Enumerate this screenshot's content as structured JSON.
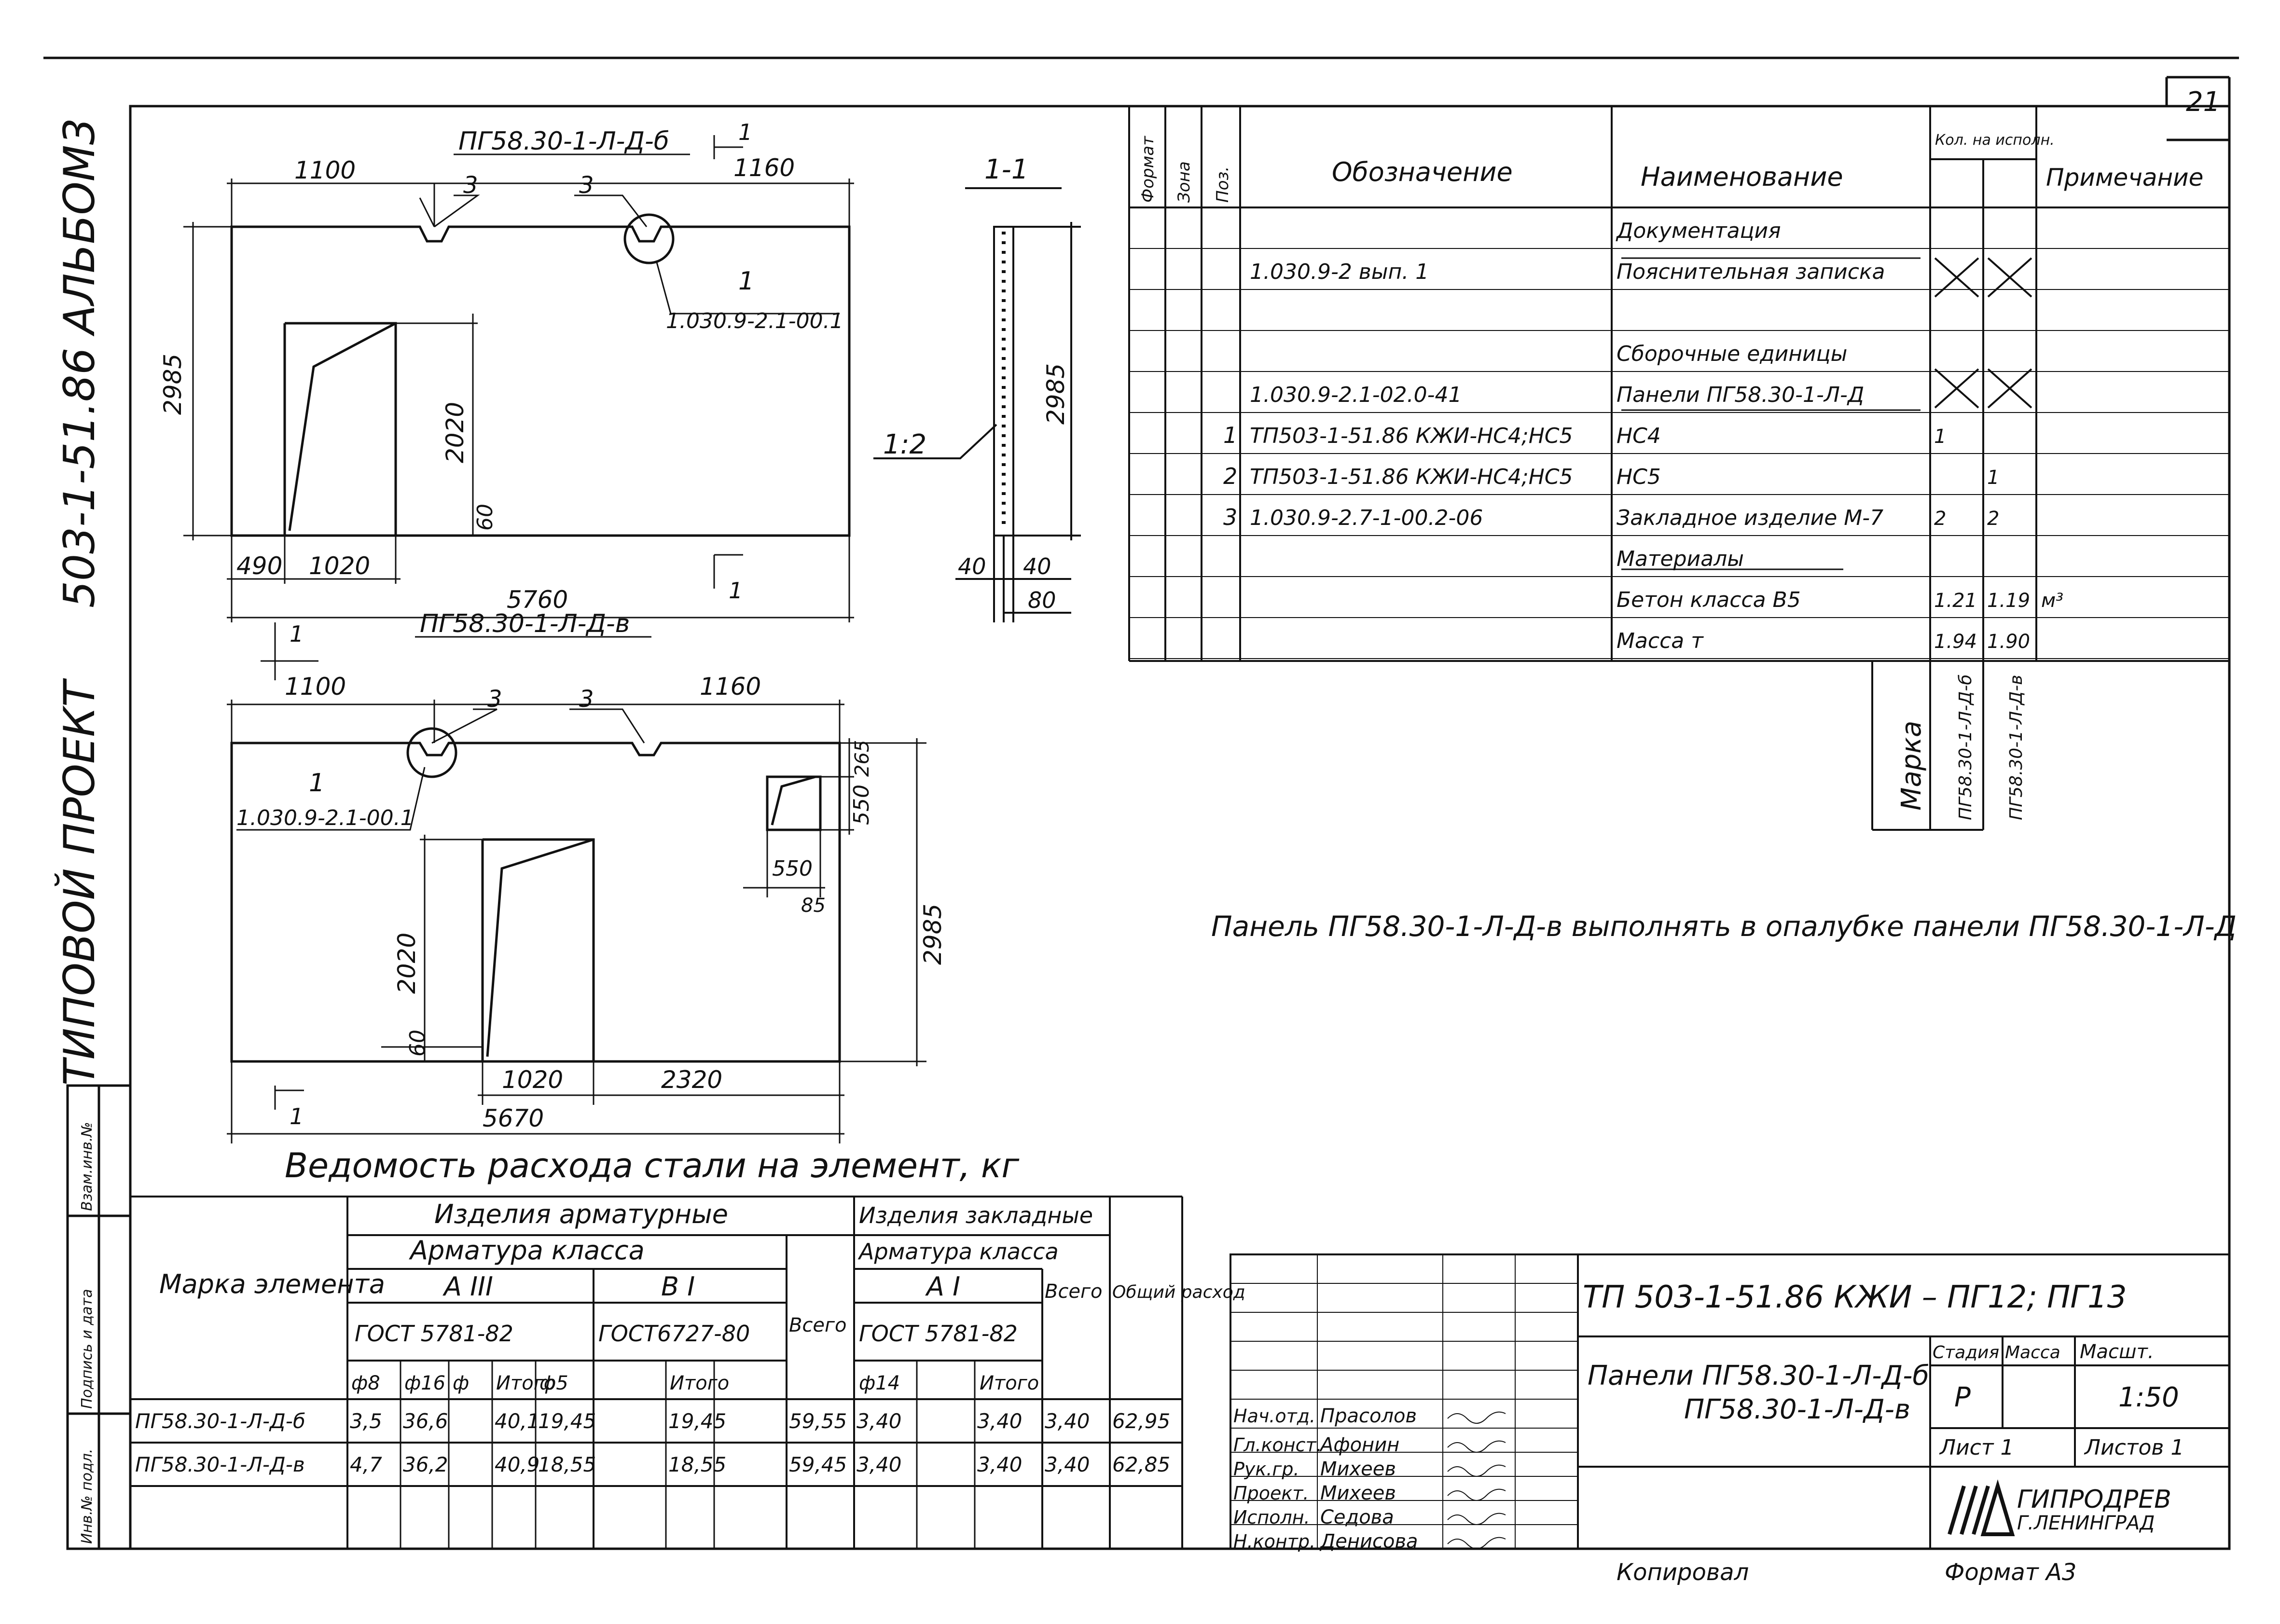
{
  "side": {
    "album": "503-1-51.86 АЛЬБОМ3",
    "project": "ТИПОВОЙ ПРОЕКТ",
    "stub_labels": [
      "Взам.инв.№",
      "Подпись и дата",
      "Инв.№ подл."
    ]
  },
  "sheet_number": "21",
  "drawing_top": {
    "title": "ПГ58.30-1-Л-Д-б",
    "dims": {
      "d1100": "1100",
      "d1160": "1160",
      "d2985": "2985",
      "d2020": "2020",
      "d60": "60",
      "d490": "490",
      "d1020": "1020",
      "d5760": "5760"
    },
    "callout_3a": "3",
    "callout_3b": "3",
    "callout_1": "1",
    "callout_1_ref": "1.030.9-2.1-00.1",
    "section_mark": "1"
  },
  "section": {
    "title": "1-1",
    "scale": "1:2",
    "d2985": "2985",
    "d40a": "40",
    "d40b": "40",
    "d80": "80"
  },
  "drawing_bottom": {
    "title": "ПГ58.30-1-Л-Д-в",
    "dims": {
      "d1100": "1100",
      "d1160": "1160",
      "d2020": "2020",
      "d60": "60",
      "d265": "265",
      "d550v": "550",
      "d550h": "550",
      "d85": "85",
      "d2985": "2985",
      "d1020": "1020",
      "d2320": "2320",
      "d5670": "5670"
    },
    "callout_3a": "3",
    "callout_3b": "3",
    "callout_1": "1",
    "callout_1_ref": "1.030.9-2.1-00.1",
    "section_mark_top": "1",
    "section_mark_bottom": "1"
  },
  "spec": {
    "headers": {
      "format": "Формат",
      "zone": "Зона",
      "pos": "Поз.",
      "designation": "Обозначение",
      "name": "Наименование",
      "qty": "Кол. на исполн.",
      "note": "Примечание"
    },
    "rows": [
      {
        "pos": "",
        "designation": "",
        "name": "Документация",
        "q1": "",
        "q2": "",
        "note": ""
      },
      {
        "pos": "",
        "designation": "1.030.9-2 вып. 1",
        "name": "Пояснительная записка",
        "q1": "",
        "q2": "",
        "note": ""
      },
      {
        "pos": "",
        "designation": "",
        "name": "",
        "q1": "",
        "q2": "",
        "note": ""
      },
      {
        "pos": "",
        "designation": "",
        "name": "Сборочные единицы",
        "q1": "",
        "q2": "",
        "note": ""
      },
      {
        "pos": "",
        "designation": "1.030.9-2.1-02.0-41",
        "name": "Панели ПГ58.30-1-Л-Д",
        "q1": "",
        "q2": "",
        "note": ""
      },
      {
        "pos": "1",
        "designation": "ТП503-1-51.86 КЖИ-НС4;НС5",
        "name": "НС4",
        "q1": "1",
        "q2": "",
        "note": ""
      },
      {
        "pos": "2",
        "designation": "ТП503-1-51.86 КЖИ-НС4;НС5",
        "name": "НС5",
        "q1": "",
        "q2": "1",
        "note": ""
      },
      {
        "pos": "3",
        "designation": "1.030.9-2.7-1-00.2-06",
        "name": "Закладное изделие М-7",
        "q1": "2",
        "q2": "2",
        "note": ""
      },
      {
        "pos": "",
        "designation": "",
        "name": "Материалы",
        "q1": "",
        "q2": "",
        "note": ""
      },
      {
        "pos": "",
        "designation": "",
        "name": "Бетон класса В5",
        "q1": "1.21",
        "q2": "1.19",
        "note": "м³"
      },
      {
        "pos": "",
        "designation": "",
        "name": "Масса т",
        "q1": "1.94",
        "q2": "1.90",
        "note": ""
      }
    ],
    "marka_label": "Марка",
    "marka_values": [
      "ПГ58.30-1-Л-Д-б",
      "ПГ58.30-1-Л-Д-в"
    ]
  },
  "note_text": "Панель ПГ58.30-1-Л-Д-в выполнять в опалубке панели ПГ58.30-1-Л-Д",
  "steel": {
    "title": "Ведомость расхода стали на элемент, кг",
    "h_element": "Марка элемента",
    "h_arm": "Изделия арматурные",
    "h_zakl": "Изделия закладные",
    "h_arm_class": "Арматура класса",
    "h_zakl_class": "Арматура класса",
    "h_a3": "А III",
    "h_b1": "В I",
    "h_a1": "А I",
    "h_total": "Всего",
    "h_total2": "Всего",
    "h_grand": "Общий расход",
    "h_gost1": "ГОСТ 5781-82",
    "h_gost2": "ГОСТ6727-80",
    "h_gost3": "ГОСТ 5781-82",
    "h_cols": [
      "ф8",
      "ф16",
      "ф",
      "Итого",
      "ф5",
      "",
      "Итого",
      "ф14",
      "",
      "Итого"
    ],
    "rows": [
      {
        "mark": "ПГ58.30-1-Л-Д-б",
        "v": [
          "3,5",
          "36,6",
          "",
          "40,1",
          "19,45",
          "",
          "19,45",
          "59,55",
          "3,40",
          "",
          "3,40",
          "3,40",
          "62,95"
        ]
      },
      {
        "mark": "ПГ58.30-1-Л-Д-в",
        "v": [
          "4,7",
          "36,2",
          "",
          "40,9",
          "18,55",
          "",
          "18,55",
          "59,45",
          "3,40",
          "",
          "3,40",
          "3,40",
          "62,85"
        ]
      }
    ]
  },
  "stamp": {
    "code": "ТП 503-1-51.86 КЖИ – ПГ12; ПГ13",
    "title1": "Панели ПГ58.30-1-Л-Д-б",
    "title2": "ПГ58.30-1-Л-Д-в",
    "stage_h": "Стадия",
    "mass_h": "Масса",
    "scale_h": "Масшт.",
    "stage": "Р",
    "scale": "1:50",
    "sheet": "Лист 1",
    "sheets": "Листов 1",
    "org1": "ГИПРОДРЕВ",
    "org2": "Г.ЛЕНИНГРАД",
    "people": [
      {
        "role": "Нач.отд.",
        "name": "Прасолов"
      },
      {
        "role": "Гл.конст.",
        "name": "Афонин"
      },
      {
        "role": "Рук.гр.",
        "name": "Михеев"
      },
      {
        "role": "Проект.",
        "name": "Михеев"
      },
      {
        "role": "Исполн.",
        "name": "Седова"
      },
      {
        "role": "Н.контр.",
        "name": "Денисова"
      }
    ]
  },
  "footer": {
    "copied": "Копировал",
    "format": "Формат А3"
  }
}
